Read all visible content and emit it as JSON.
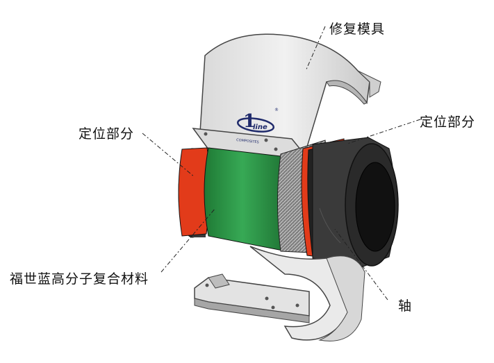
{
  "labels": {
    "repair_mold": "修复模具",
    "positioning_left": "定位部分",
    "positioning_right": "定位部分",
    "composite_material": "福世蓝高分子复合材料",
    "shaft": "轴"
  },
  "logo": {
    "mark": "1",
    "word": "line",
    "subtitle": "COMPOSITES",
    "reg": "®"
  },
  "colors": {
    "mold": "#e4e4e4",
    "mold_shade": "#b9b9b9",
    "band": "#e23b1a",
    "composite": "#2f9a4a",
    "shaft": "#3a3a3a",
    "shaft_dark": "#1c1c1c"
  }
}
